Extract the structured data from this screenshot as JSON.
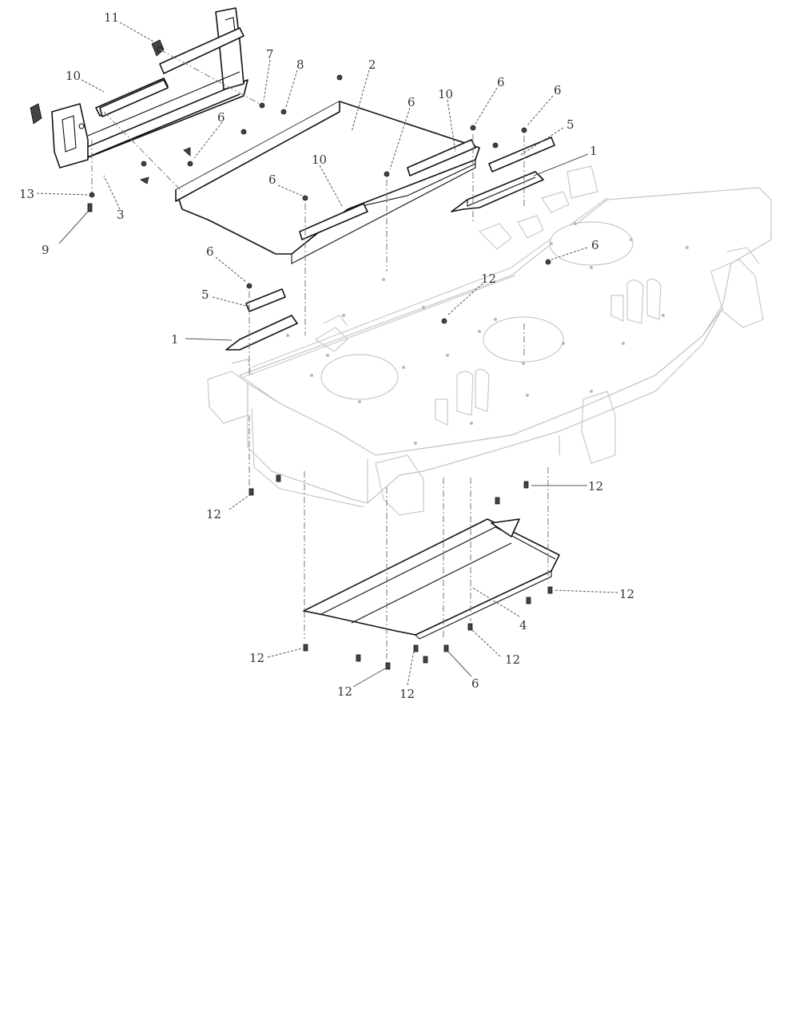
{
  "diagram": {
    "callouts": [
      {
        "label": "11"
      },
      {
        "label": "10"
      },
      {
        "label": "7"
      },
      {
        "label": "8"
      },
      {
        "label": "2"
      },
      {
        "label": "6"
      },
      {
        "label": "10"
      },
      {
        "label": "6"
      },
      {
        "label": "6"
      },
      {
        "label": "5"
      },
      {
        "label": "1"
      },
      {
        "label": "6"
      },
      {
        "label": "13"
      },
      {
        "label": "3"
      },
      {
        "label": "9"
      },
      {
        "label": "6"
      },
      {
        "label": "10"
      },
      {
        "label": "6"
      },
      {
        "label": "6"
      },
      {
        "label": "5"
      },
      {
        "label": "1"
      },
      {
        "label": "6"
      },
      {
        "label": "12"
      },
      {
        "label": "12"
      },
      {
        "label": "12"
      },
      {
        "label": "4"
      },
      {
        "label": "12"
      },
      {
        "label": "12"
      },
      {
        "label": "12"
      },
      {
        "label": "12"
      },
      {
        "label": "12"
      },
      {
        "label": "6"
      }
    ]
  }
}
